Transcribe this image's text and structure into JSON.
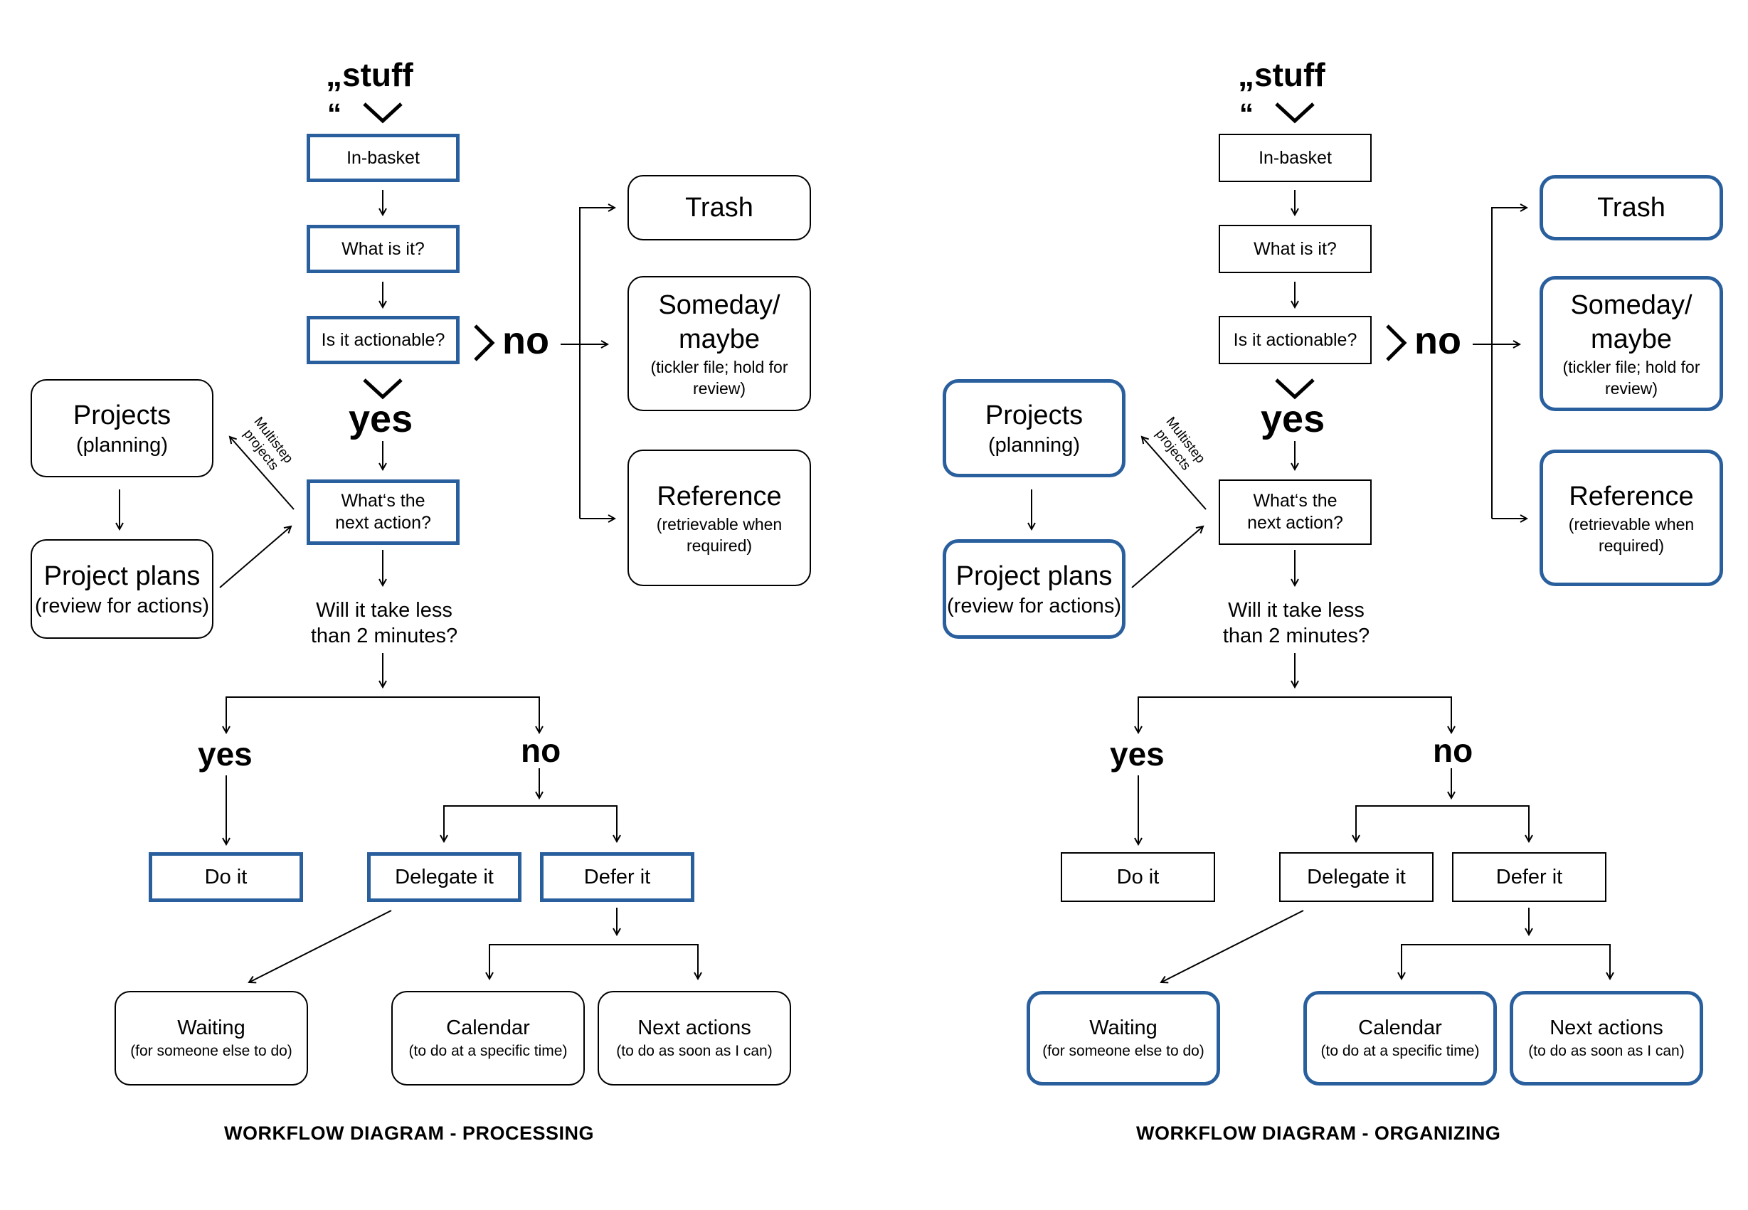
{
  "panels": [
    {
      "caption": "WORKFLOW DIAGRAM - PROCESSING",
      "stuff": "„stuff",
      "stuff_close": "“",
      "in_basket": "In-basket",
      "what_is_it": "What is it?",
      "actionable": "Is it actionable?",
      "no_main": "no",
      "yes_main": "yes",
      "next_action": "What‘s the next action?",
      "two_min": "Will it take less than 2 minutes?",
      "yes_branch": "yes",
      "no_branch": "no",
      "do_it": "Do it",
      "delegate": "Delegate it",
      "defer": "Defer it",
      "multistep": "Multistep projects",
      "trash": "Trash",
      "someday_title": "Someday/ maybe",
      "someday_sub": "(tickler file; hold for review)",
      "reference_title": "Reference",
      "reference_sub": "(retrievable when required)",
      "projects_title": "Projects",
      "projects_sub": "(planning)",
      "plans_title": "Project plans",
      "plans_sub": "(review for actions)",
      "waiting_title": "Waiting",
      "waiting_sub": "(for someone else to do)",
      "calendar_title": "Calendar",
      "calendar_sub": "(to do at a specific time)",
      "next_title": "Next actions",
      "next_sub": "(to do as soon as I can)"
    },
    {
      "caption": "WORKFLOW DIAGRAM - ORGANIZING",
      "stuff": "„stuff",
      "stuff_close": "“",
      "in_basket": "In-basket",
      "what_is_it": "What is it?",
      "actionable": "Is it actionable?",
      "no_main": "no",
      "yes_main": "yes",
      "next_action": "What‘s the next action?",
      "two_min": "Will it take less than 2 minutes?",
      "yes_branch": "yes",
      "no_branch": "no",
      "do_it": "Do it",
      "delegate": "Delegate it",
      "defer": "Defer it",
      "multistep": "Multistep projects",
      "trash": "Trash",
      "someday_title": "Someday/ maybe",
      "someday_sub": "(tickler file; hold for review)",
      "reference_title": "Reference",
      "reference_sub": "(retrievable when required)",
      "projects_title": "Projects",
      "projects_sub": "(planning)",
      "plans_title": "Project plans",
      "plans_sub": "(review for actions)",
      "waiting_title": "Waiting",
      "waiting_sub": "(for someone else to do)",
      "calendar_title": "Calendar",
      "calendar_sub": "(to do at a specific time)",
      "next_title": "Next actions",
      "next_sub": "(to do as soon as I can)"
    }
  ],
  "colors": {
    "highlight": "#2a5f9e",
    "line": "#000000"
  }
}
